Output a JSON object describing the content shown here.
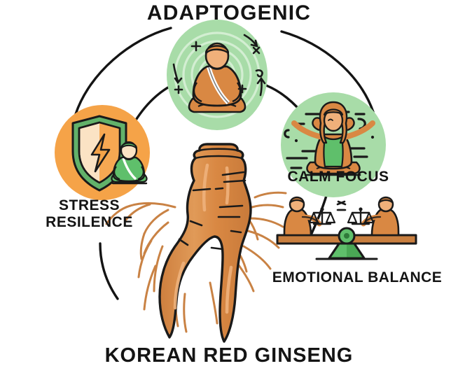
{
  "meta": {
    "heading": "ADAPTOGENIC",
    "footer_caption": "KOREAN RED GINSENG"
  },
  "nodes": [
    {
      "id": "stress-resilence",
      "label": "STRESS\nRESILENCE",
      "icon": "shield-lightning-meditator-icon",
      "badge_color": "#F5A348",
      "badge_shape": "circle"
    },
    {
      "id": "adaptogenic",
      "label": "ADAPTOGENIC",
      "icon": "meditating-monk-icon",
      "badge_color": "#A8DCA8",
      "badge_shape": "circle"
    },
    {
      "id": "calm-focus",
      "label": "CALM FOCUS",
      "icon": "woman-meditating-hands-on-head-icon",
      "badge_color": "#A8DCA8",
      "badge_shape": "circle"
    },
    {
      "id": "emotional-balance",
      "label": "EMOTIONAL BALANCE",
      "icon": "seesaw-balance-scales-icon",
      "badge_color": "#5FBF6B",
      "badge_shape": "none"
    }
  ],
  "center_illustration": {
    "name": "ginseng-root-illustration",
    "body_color": "#D98843",
    "highlight_color": "#E9A468",
    "outline_color": "#1A1A1A",
    "tendril_color": "#C98244"
  },
  "palette": {
    "orange_badge": "#F5A348",
    "green_badge": "#A8DCA8",
    "green_ring": "#C6E8C4",
    "root_orange": "#D98843",
    "shield_cream": "#FBE3C4",
    "shield_green": "#62B26A",
    "robe_green": "#5FBF6B",
    "robe_orange": "#E08A42",
    "ink": "#141414",
    "plank_brown": "#C97F3F",
    "fulcrum_green": "#5FBF6B",
    "background": "#FFFFFF"
  },
  "connectors": {
    "name": "curved-arc-connectors",
    "color": "#141414",
    "count": 6
  }
}
